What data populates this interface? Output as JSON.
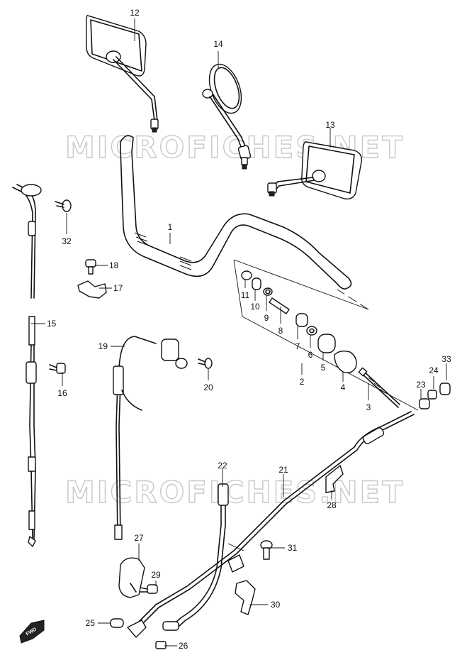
{
  "watermark": {
    "text": "MICROFICHES.NET",
    "color": "#c8c8c8"
  },
  "direction_badge": "FWD",
  "callouts": [
    {
      "id": "c12",
      "label": "12"
    },
    {
      "id": "c14",
      "label": "14"
    },
    {
      "id": "c13",
      "label": "13"
    },
    {
      "id": "c1",
      "label": "1"
    },
    {
      "id": "c32",
      "label": "32"
    },
    {
      "id": "c18",
      "label": "18"
    },
    {
      "id": "c17",
      "label": "17"
    },
    {
      "id": "c15",
      "label": "15"
    },
    {
      "id": "c16",
      "label": "16"
    },
    {
      "id": "c19",
      "label": "19"
    },
    {
      "id": "c20",
      "label": "20"
    },
    {
      "id": "c11",
      "label": "11"
    },
    {
      "id": "c10",
      "label": "10"
    },
    {
      "id": "c9",
      "label": "9"
    },
    {
      "id": "c8",
      "label": "8"
    },
    {
      "id": "c7",
      "label": "7"
    },
    {
      "id": "c6",
      "label": "6"
    },
    {
      "id": "c5",
      "label": "5"
    },
    {
      "id": "c4",
      "label": "4"
    },
    {
      "id": "c2",
      "label": "2"
    },
    {
      "id": "c3",
      "label": "3"
    },
    {
      "id": "c33",
      "label": "33"
    },
    {
      "id": "c24",
      "label": "24"
    },
    {
      "id": "c23",
      "label": "23"
    },
    {
      "id": "c21",
      "label": "21"
    },
    {
      "id": "c28",
      "label": "28"
    },
    {
      "id": "c22",
      "label": "22"
    },
    {
      "id": "c31",
      "label": "31"
    },
    {
      "id": "c27",
      "label": "27"
    },
    {
      "id": "c29",
      "label": "29"
    },
    {
      "id": "c30",
      "label": "30"
    },
    {
      "id": "c25",
      "label": "25"
    },
    {
      "id": "c26",
      "label": "26"
    }
  ]
}
